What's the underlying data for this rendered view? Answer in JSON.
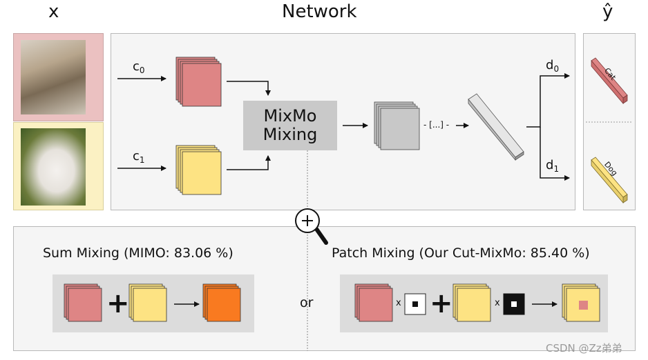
{
  "headers": {
    "input": "x",
    "network": "Network",
    "output": "ŷ"
  },
  "network": {
    "c0": "c",
    "c0_sub": "0",
    "c1": "c",
    "c1_sub": "1",
    "mixbox_line1": "MixMo",
    "mixbox_line2": "Mixing",
    "ellipsis": "- [...] -",
    "d0": "d",
    "d0_sub": "0",
    "d1": "d",
    "d1_sub": "1"
  },
  "outputs": {
    "cat": "Cat",
    "dog": "Dog"
  },
  "mixing": {
    "sum_title": "Sum Mixing (MIMO: 83.06 %)",
    "or": "or",
    "patch_title": "Patch Mixing (Our Cut-MixMo: 85.40 %)",
    "times": "x"
  },
  "watermark": "CSDN @Zz弟弟",
  "colors": {
    "pink": "#de8585",
    "yellow": "#fde383",
    "orange": "#f97a20",
    "gray": "#c8c8c8",
    "cat_bg": "#ebc1c1",
    "dog_bg": "#fbf1c3"
  }
}
